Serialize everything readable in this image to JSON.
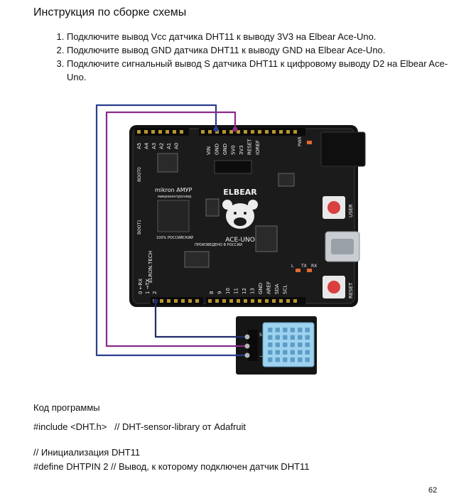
{
  "title": "Инструкция по сборке схемы",
  "steps": [
    "Подключите вывод Vcc датчика DHT11 к выводу 3V3 на Elbear Ace-Uno.",
    "Подключите вывод GND датчика DHT11 к выводу GND на Elbear Ace-Uno.",
    "Подключите сигнальный вывод S датчика DHT11 к цифровому выводу D2 на Elbear Ace-Uno."
  ],
  "board": {
    "brand": "ELBEAR",
    "model": "ACE-UNO",
    "chip_label": "mikron АМУР",
    "chip_sub": "микроконтроллер",
    "made_label": "ПРОИЗВЕДЕНО В РОССИИ",
    "domestic_label": "100% РОССИЙСКИЙ",
    "elron": "ELRON.TECH",
    "btn_user": "USER",
    "btn_reset": "RESET",
    "top_pins": [
      "VIN",
      "GND",
      "GND",
      "5V0",
      "3V3",
      "RESET",
      "IOREF"
    ],
    "analog_pins": [
      "A5",
      "A4",
      "A3",
      "A2",
      "A1",
      "A0"
    ],
    "bottom_pins": [
      "8",
      "9",
      "10",
      "11",
      "12",
      "13",
      "GND",
      "AREF",
      "SDA",
      "SCL"
    ],
    "left_pins": [
      "0 ←RX",
      "1 →TX",
      "2"
    ],
    "boot0": "BOOT0",
    "boot1": "BOOT1",
    "pwr": "PWR",
    "tx": "TX",
    "rx": "RX",
    "l": "L"
  },
  "sensor": {
    "pin_labels": [
      "S",
      "",
      "−"
    ]
  },
  "wire_colors": {
    "vcc": "#8a2a8a",
    "gnd": "#2b3f8f",
    "signal": "#1f2a6b"
  },
  "code_title": "Код программы",
  "code": {
    "l1": "#include <DHT.h>   // DHT-sensor-library от Adafruit",
    "l2": "// Инициализация DHT11",
    "l3": "#define DHTPIN 2 // Вывод, к которому подключен датчик DHT11"
  },
  "page_number": "62"
}
